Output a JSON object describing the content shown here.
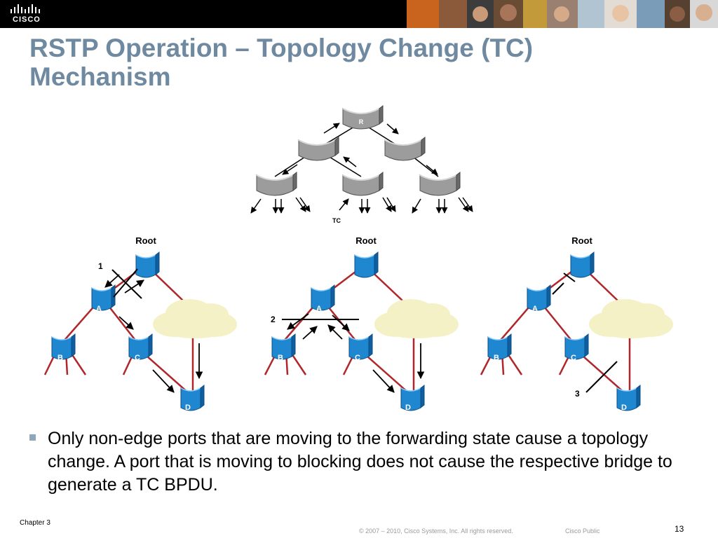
{
  "header": {
    "logo_text": "CISCO",
    "logo_icon": "cisco-bars-icon",
    "banner": "photo-strip",
    "bar_color": "#000000"
  },
  "slide": {
    "title_line1": "RSTP Operation – Topology Change (TC)",
    "title_line2": "Mechanism",
    "title_color": "#6f8aa0"
  },
  "top_diagram": {
    "root_label": "R",
    "tc_label": "TC",
    "switch_color": "#a0a0a0"
  },
  "panels": [
    {
      "root_label": "Root",
      "step_label": "1",
      "nodes": [
        "A",
        "B",
        "C",
        "D"
      ]
    },
    {
      "root_label": "Root",
      "step_label": "2",
      "nodes": [
        "A",
        "B",
        "C",
        "D"
      ]
    },
    {
      "root_label": "Root",
      "step_label": "3",
      "nodes": [
        "A",
        "B",
        "C",
        "D"
      ]
    }
  ],
  "colors": {
    "switch_blue": "#1f86d0",
    "link_red": "#b0262a",
    "cloud": "#f4f1c6"
  },
  "bullet": {
    "text": "Only non-edge ports that are moving to the forwarding state cause a topology change. A port that is moving to blocking does not cause the respective bridge to generate a TC BPDU."
  },
  "footer": {
    "chapter": "Chapter 3",
    "copyright": "© 2007 – 2010, Cisco Systems, Inc. All rights reserved.",
    "classification": "Cisco Public",
    "page": "13"
  }
}
